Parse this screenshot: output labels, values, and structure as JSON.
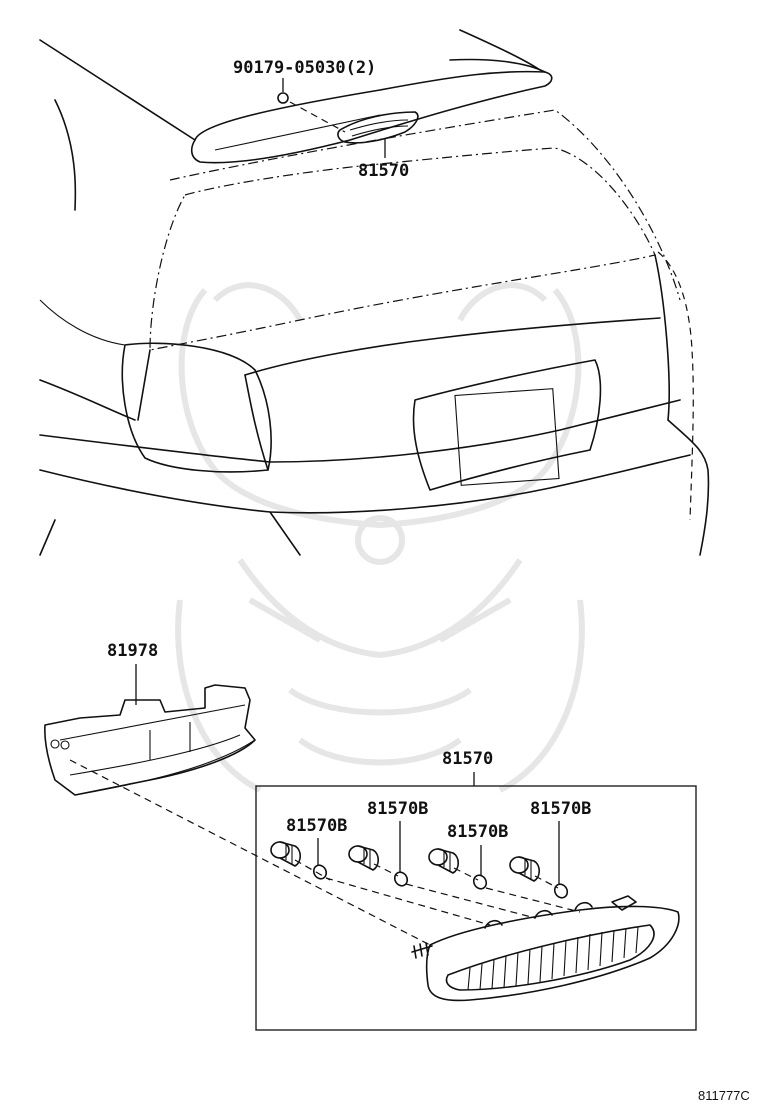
{
  "diagram": {
    "labels": {
      "bolt": "90179-05030(2)",
      "lamp_top": "81570",
      "cover": "81978",
      "lamp_assy": "81570",
      "bulb_1": "81570B",
      "bulb_2": "81570B",
      "bulb_3": "81570B",
      "bulb_4": "81570B"
    },
    "figure_code": "811777C"
  }
}
